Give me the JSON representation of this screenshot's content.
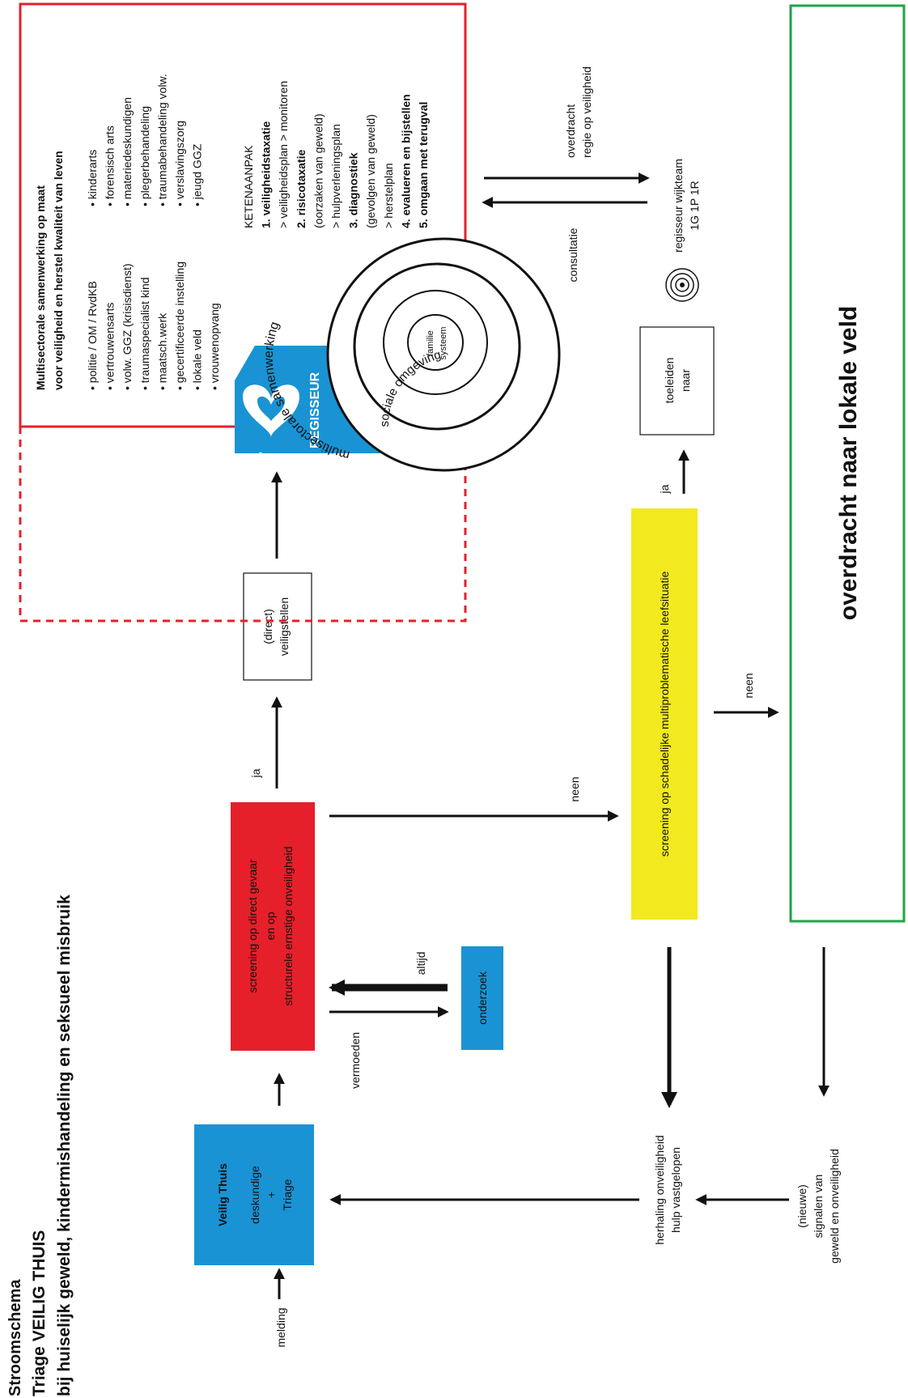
{
  "title": {
    "line1": "Stroomschema",
    "line2": "Triage VEILIG THUIS",
    "line3": "bij huiselijk geweld, kindermishandeling en seksueel misbruik"
  },
  "entry": {
    "melding": "melding",
    "box_title": "Veilig Thuis",
    "box_line2": "deskundige",
    "box_line3": "+",
    "box_line4": "Triage"
  },
  "screening1": {
    "line1": "screening op direct gevaar",
    "line2": "en op",
    "line3": "structurele ernstige onveiligheid",
    "ja": "ja",
    "neen": "neen",
    "vermoeden": "vermoeden",
    "altijd": "altijd",
    "onderzoek": "onderzoek"
  },
  "veiligstellen": {
    "line1": "(direct)",
    "line2": "veiligstellen"
  },
  "regisseur": {
    "label": "REGISSEUR",
    "ring_outer": "multisectorale samenwerking",
    "ring_middle": "sociale omgeving",
    "center_line1": "familie",
    "center_line2": "systeem"
  },
  "multisector": {
    "header1": "Multisectorale samenwerking op maat",
    "header2": "voor veiligheid en herstel kwaliteit van leven",
    "col1": [
      "• politie / OM / RvdKB",
      "• vertrouwensarts",
      "• volw. GGZ (krisisdienst)",
      "• traumaspecialist kind",
      "• maatsch.werk",
      "• gecertificeerde instelling",
      "• lokale veld",
      "• vrouwenopvang"
    ],
    "col2": [
      "• kinderarts",
      "• forensisch arts",
      "• materiedeskundigen",
      "• plegerbehandeling",
      "• traumabehandeling volw.",
      "• verslavingszorg",
      "• jeugd GGZ"
    ],
    "keten": [
      {
        "text": "KETENAANPAK",
        "bold": false
      },
      {
        "text": "1. veiligheidstaxatie",
        "bold": true
      },
      {
        "text": "> veiligheidsplan > monitoren",
        "bold": false
      },
      {
        "text": "2. risicotaxatie",
        "bold": true
      },
      {
        "text": "(oorzaken van geweld)",
        "bold": false
      },
      {
        "text": "> hulpverleningsplan",
        "bold": false
      },
      {
        "text": "3. diagnostiek",
        "bold": true
      },
      {
        "text": "(gevolgen van geweld)",
        "bold": false
      },
      {
        "text": "> herstelplan",
        "bold": false
      },
      {
        "text": "4. evalueren en bijstellen",
        "bold": true
      },
      {
        "text": "5. omgaan met terugval",
        "bold": true
      }
    ]
  },
  "handover": {
    "overdracht1": "overdracht",
    "overdracht2": "regie op veiligheid",
    "consultatie": "consultatie",
    "wijkteam1": "regisseur wijkteam",
    "wijkteam2": "1G 1P 1R"
  },
  "screening2": {
    "label": "screening op schadelijke multiproblematische leefsituatie",
    "ja": "ja",
    "neen": "neen",
    "toeleiden1": "toeleiden",
    "toeleiden2": "naar"
  },
  "lokaal": {
    "label": "overdracht naar lokale veld"
  },
  "bottom": {
    "herhaling1": "herhaling onveiligheid",
    "herhaling2": "hulp vastgelopen",
    "signalen1": "(nieuwe)",
    "signalen2": "signalen van",
    "signalen3": "geweld en onveiligheid"
  },
  "colors": {
    "blue": "#1a93d4",
    "red": "#e5202a",
    "yellow": "#f2ea1f",
    "green": "#1fa447",
    "black": "#111111"
  }
}
